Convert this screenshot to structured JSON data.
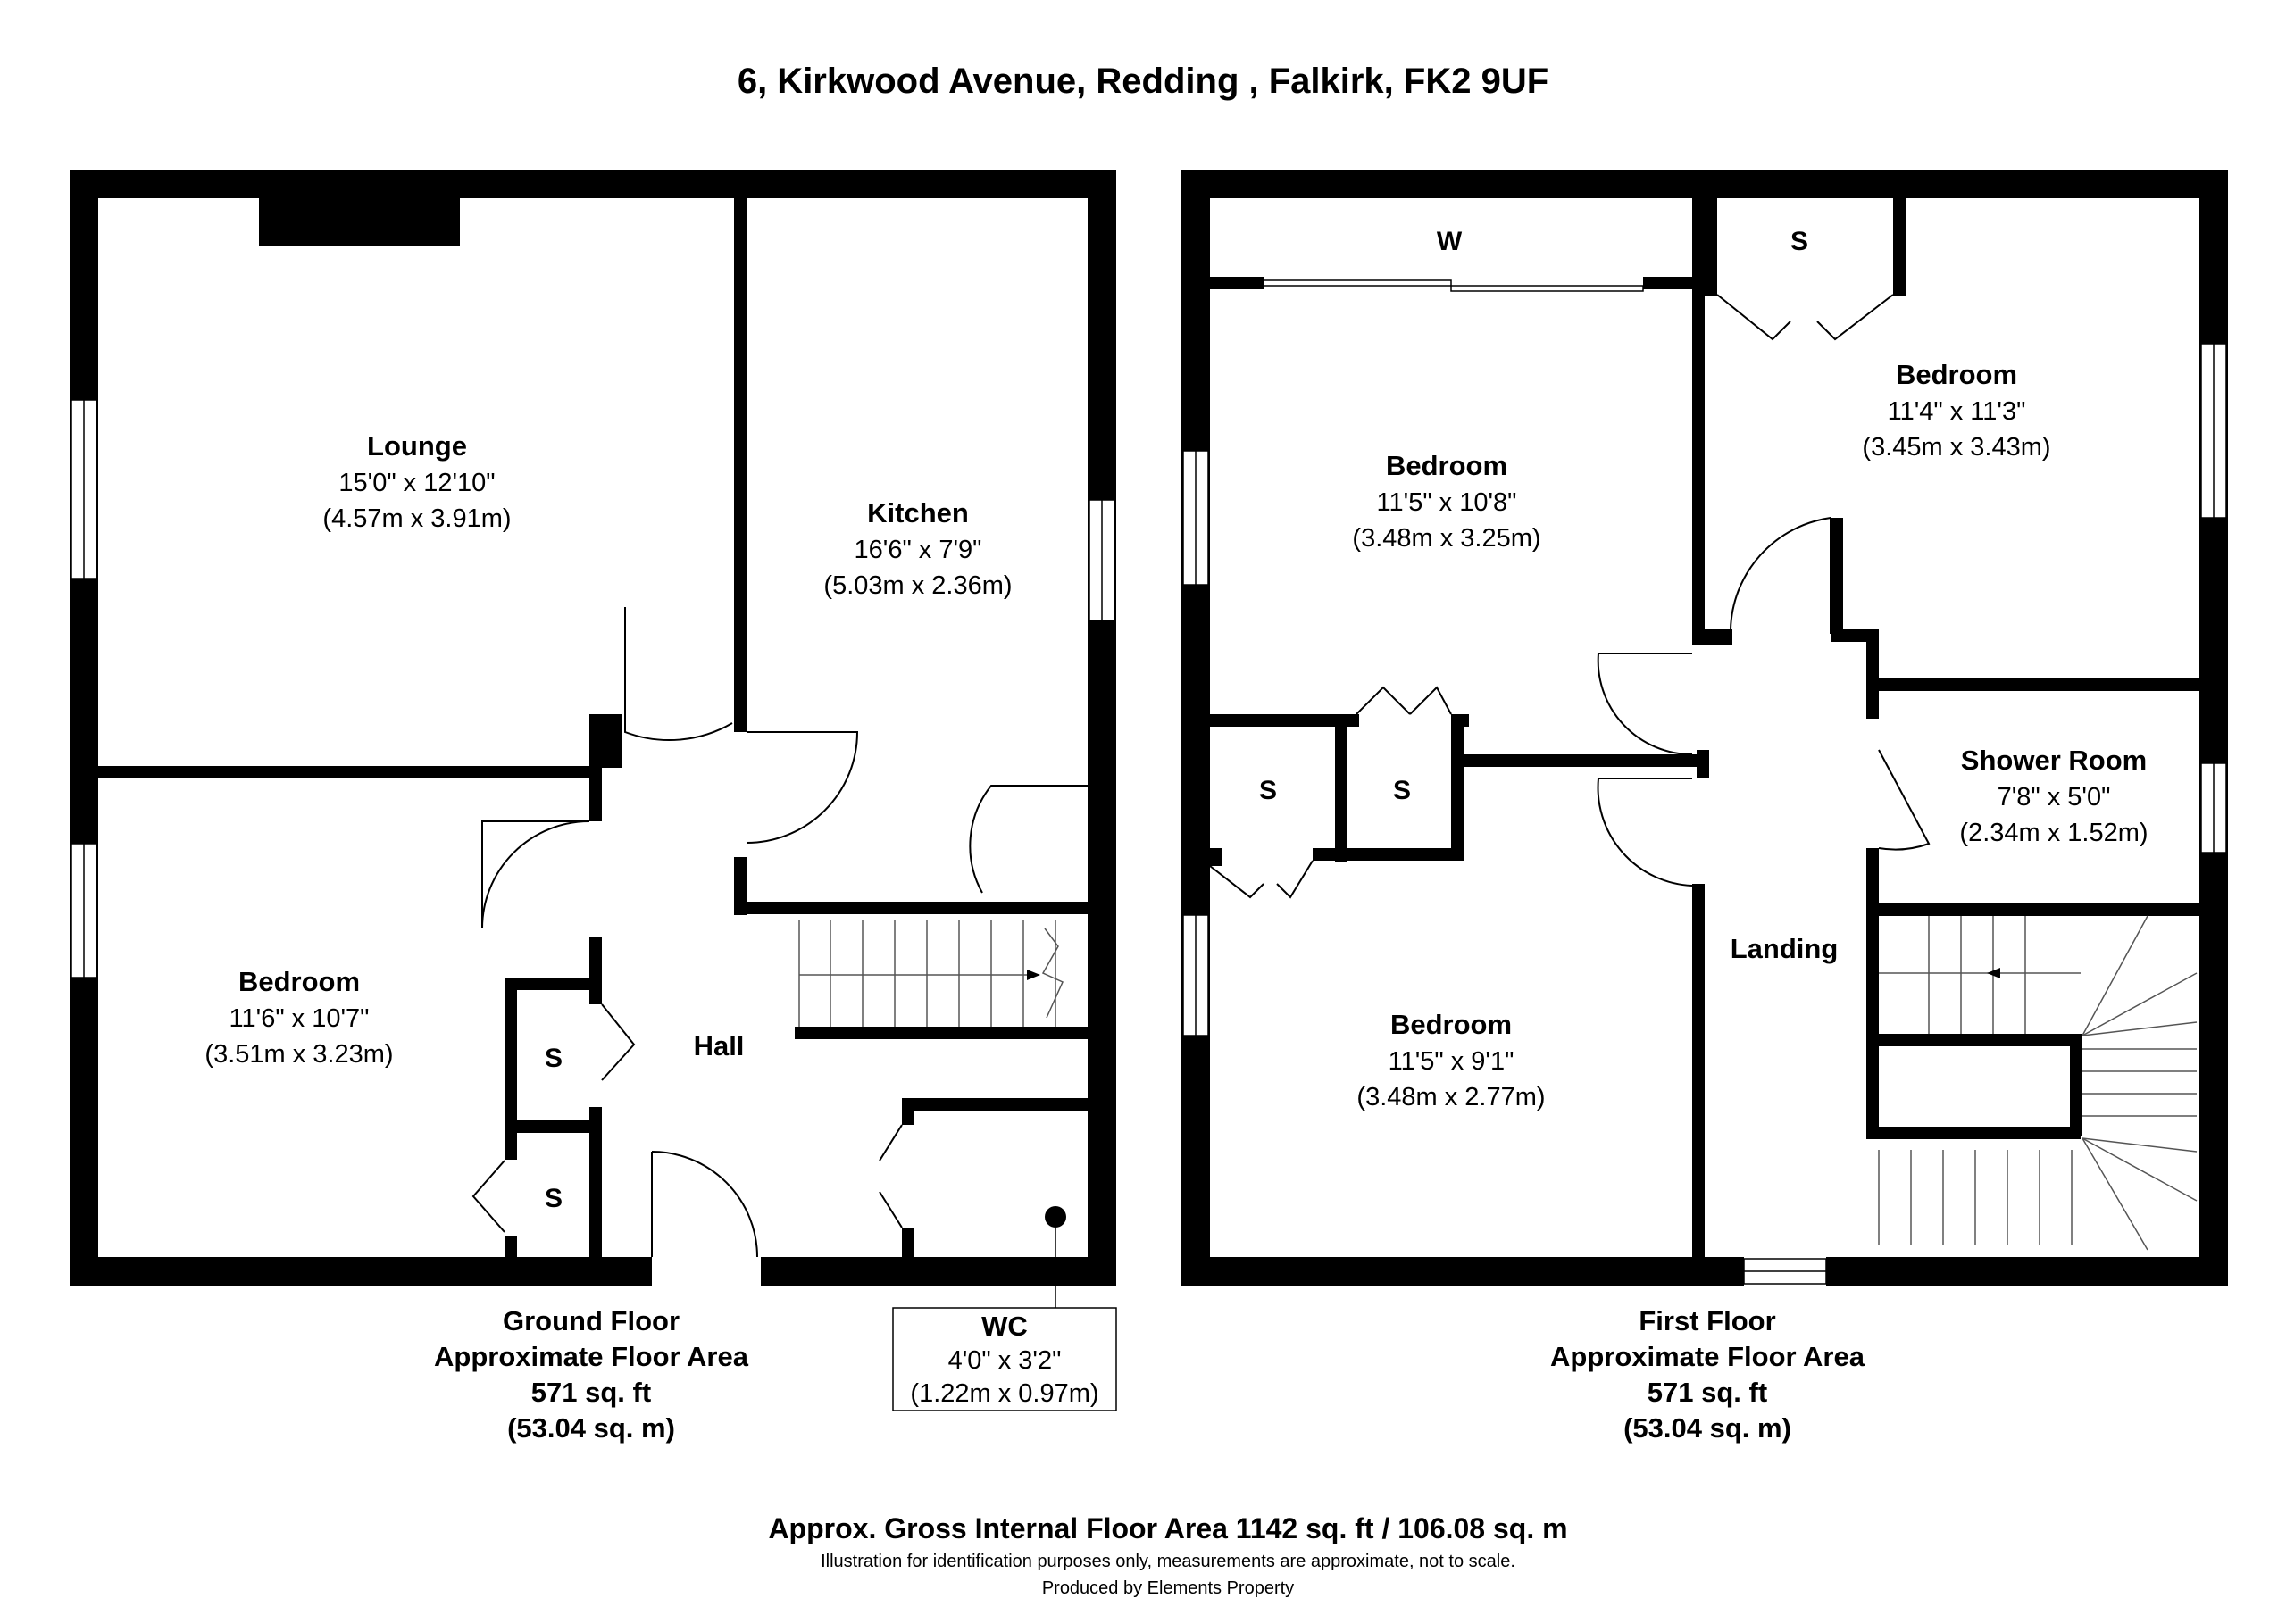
{
  "title": "6, Kirkwood Avenue, Redding , Falkirk, FK2 9UF",
  "ground_floor": {
    "rooms": {
      "lounge": {
        "name": "Lounge",
        "imperial": "15'0\" x 12'10\"",
        "metric": "(4.57m x 3.91m)"
      },
      "kitchen": {
        "name": "Kitchen",
        "imperial": "16'6\" x 7'9\"",
        "metric": "(5.03m x 2.36m)"
      },
      "bedroom": {
        "name": "Bedroom",
        "imperial": "11'6\" x 10'7\"",
        "metric": "(3.51m x 3.23m)"
      },
      "hall": {
        "name": "Hall"
      },
      "wc": {
        "name": "WC",
        "imperial": "4'0\" x 3'2\"",
        "metric": "(1.22m x 0.97m)"
      }
    },
    "storage_label": "S",
    "area": {
      "line1": "Ground Floor",
      "line2": "Approximate Floor Area",
      "line3": "571 sq. ft",
      "line4": "(53.04 sq. m)"
    }
  },
  "first_floor": {
    "rooms": {
      "bedroom_1": {
        "name": "Bedroom",
        "imperial": "11'5\" x 10'8\"",
        "metric": "(3.48m x 3.25m)"
      },
      "bedroom_2": {
        "name": "Bedroom",
        "imperial": "11'4\" x 11'3\"",
        "metric": "(3.45m x 3.43m)"
      },
      "bedroom_3": {
        "name": "Bedroom",
        "imperial": "11'5\" x 9'1\"",
        "metric": "(3.48m x 2.77m)"
      },
      "shower_room": {
        "name": "Shower Room",
        "imperial": "7'8\" x 5'0\"",
        "metric": "(2.34m x 1.52m)"
      },
      "landing": {
        "name": "Landing"
      }
    },
    "wardrobe_label": "W",
    "storage_label": "S",
    "area": {
      "line1": "First Floor",
      "line2": "Approximate Floor Area",
      "line3": "571 sq. ft",
      "line4": "(53.04 sq. m)"
    }
  },
  "footer": {
    "gross_area": "Approx. Gross Internal Floor Area 1142 sq. ft / 106.08 sq. m",
    "disclaimer": "Illustration for identification purposes only, measurements are approximate, not to scale.",
    "producer": "Produced by Elements Property"
  }
}
